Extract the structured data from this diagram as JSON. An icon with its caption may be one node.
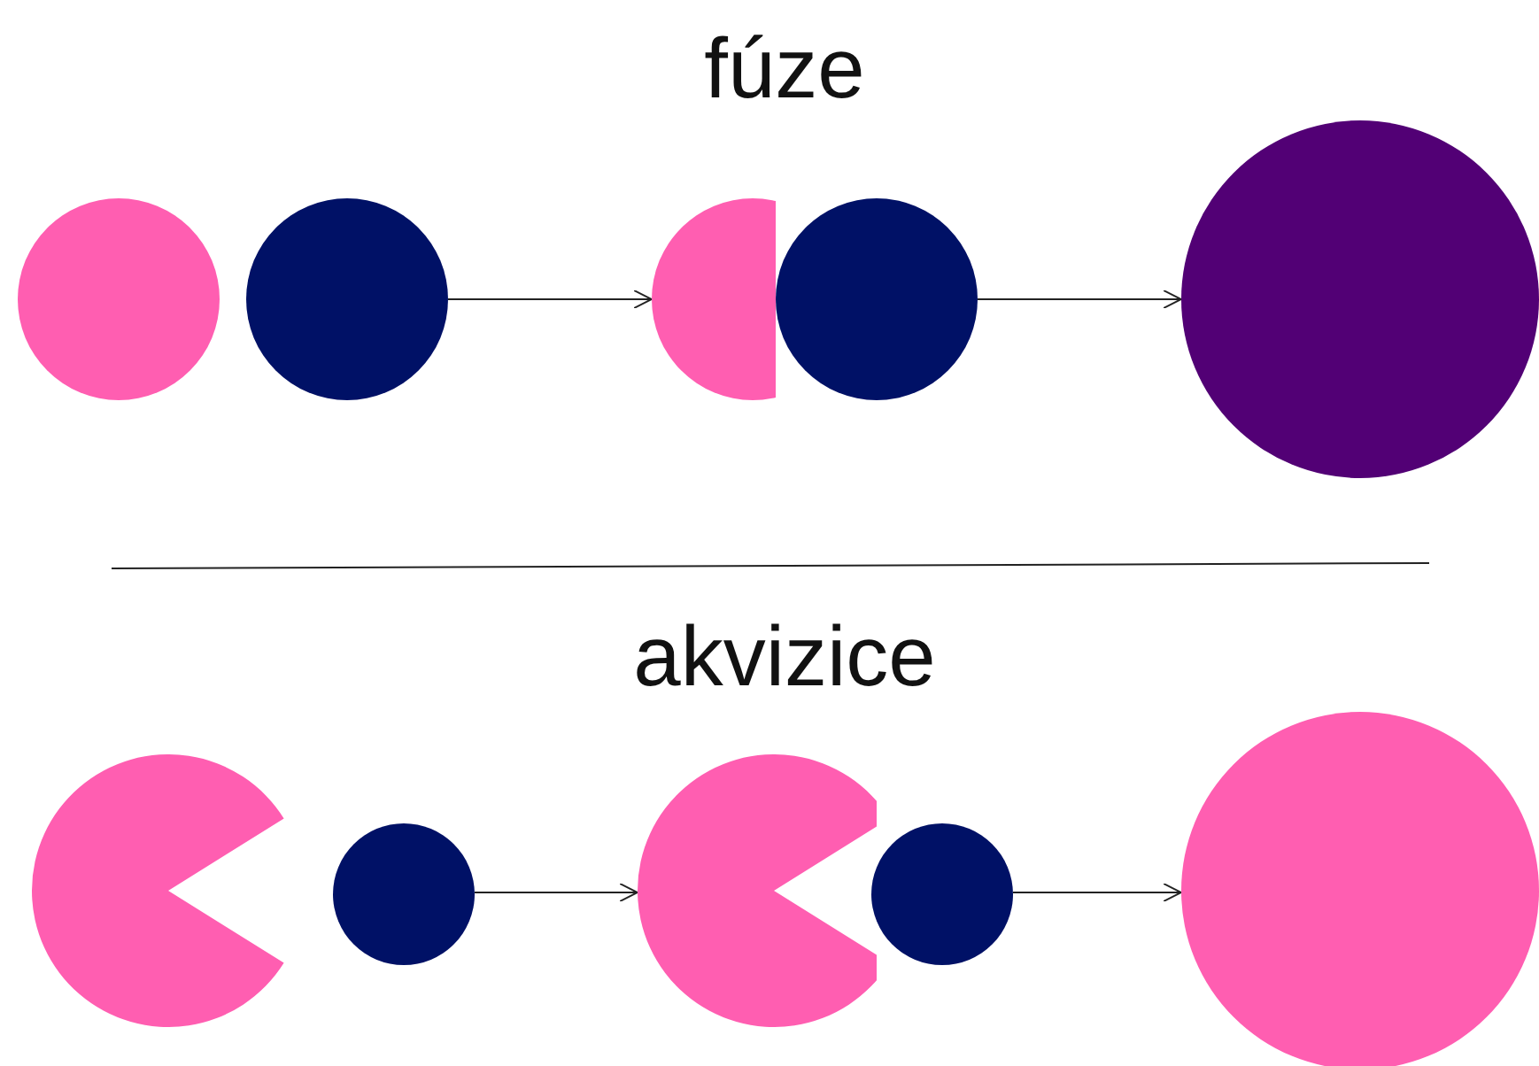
{
  "diagram": {
    "nodes": [
      {
        "text": [],
        "shape": "circle"
      },
      {
        "text": [],
        "shape": "circle"
      },
      {
        "text": [],
        "shape": "circle"
      },
      {
        "text": [],
        "shape": "circle"
      },
      {
        "text": [],
        "shape": "circle"
      },
      {
        "text": [],
        "shape": "pie"
      },
      {
        "text": [],
        "shape": "circle"
      },
      {
        "text": [],
        "shape": "pie"
      },
      {
        "text": [],
        "shape": "circle"
      },
      {
        "text": [],
        "shape": "circle"
      }
    ],
    "edges": [
      {
        "from": 1,
        "to": 2,
        "arrow": "to"
      },
      {
        "from": 3,
        "to": 4,
        "arrow": "to"
      },
      {
        "from": 6,
        "to": 7,
        "arrow": "to"
      },
      {
        "from": 8,
        "to": 9,
        "arrow": "to"
      }
    ],
    "labels": [
      "fúze",
      "akvizice"
    ]
  }
}
